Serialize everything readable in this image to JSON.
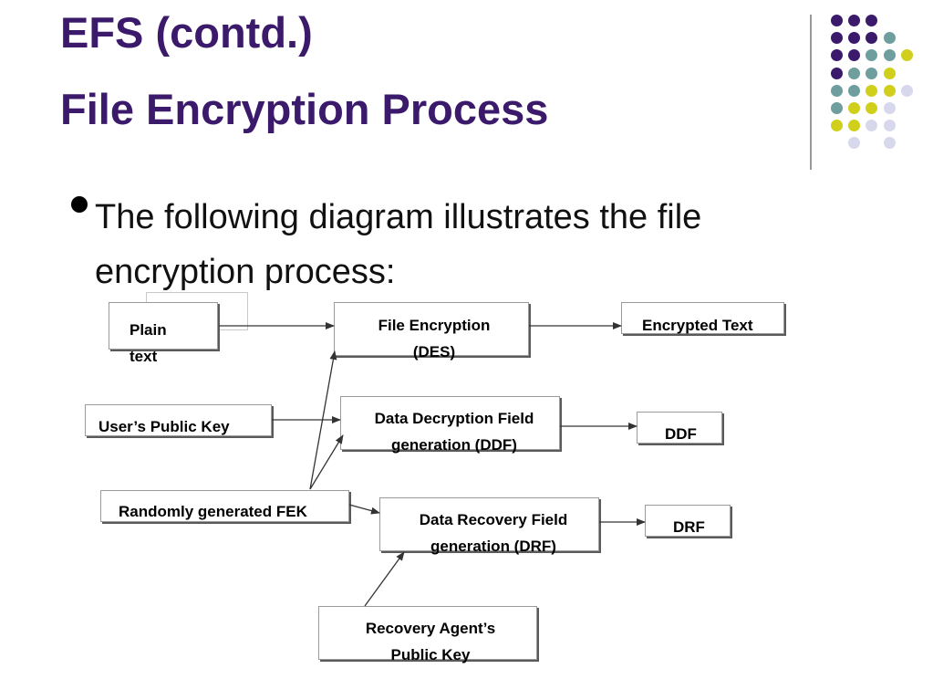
{
  "slide": {
    "title_line1": "EFS (contd.)",
    "title_line2": "File Encryption Process",
    "bullet": "The following diagram illustrates the file encryption process:"
  },
  "diagram": {
    "nodes": {
      "plain_text_line1": "Plain",
      "plain_text_line2": "text",
      "users_public_key": "User’s Public Key",
      "random_fek": "Randomly generated FEK",
      "recovery_key_line1": "Recovery Agent’s",
      "recovery_key_line2": "Public Key",
      "file_encryption_line1": "File Encryption",
      "file_encryption_line2": "(DES)",
      "ddf_gen_line1": "Data Decryption Field",
      "ddf_gen_line2": "generation (DDF)",
      "drf_gen_line1": "Data Recovery Field",
      "drf_gen_line2": "generation (DRF)",
      "encrypted_text": "Encrypted Text",
      "ddf": "DDF",
      "drf": "DRF"
    }
  },
  "colors": {
    "title": "#3b1a6b",
    "dot_purple": "#3b1a6b",
    "dot_teal": "#6e9e9e",
    "dot_yellow": "#cfcf1c",
    "dot_lavender": "#d8d8ec"
  }
}
